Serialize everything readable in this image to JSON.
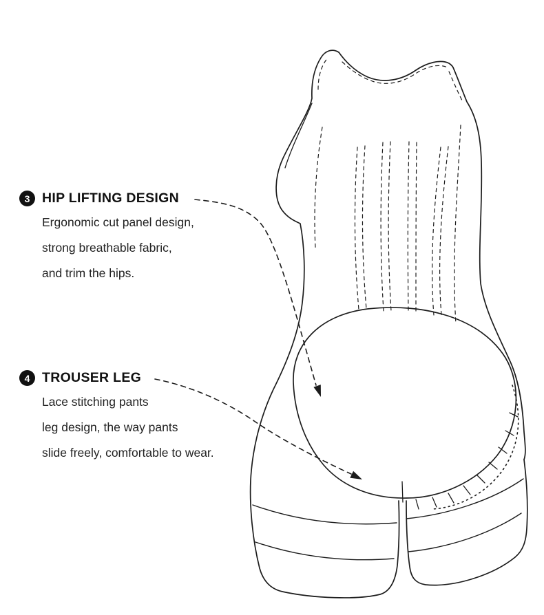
{
  "colors": {
    "ink": "#1c1c1c",
    "background": "#ffffff",
    "badge_fill": "#111111",
    "badge_text": "#ffffff"
  },
  "annotations": [
    {
      "id": "hip-lifting-design",
      "number": "3",
      "title": "HIP LIFTING DESIGN",
      "description_lines": [
        "Ergonomic cut panel design,",
        "strong breathable fabric,",
        "and trim the hips."
      ]
    },
    {
      "id": "trouser-leg",
      "number": "4",
      "title": "TROUSER LEG",
      "description_lines": [
        "Lace stitching pants",
        "leg design, the way pants",
        "slide freely, comfortable to wear."
      ]
    }
  ],
  "illustration": {
    "label": "shapewear bodysuit back view line drawing"
  }
}
